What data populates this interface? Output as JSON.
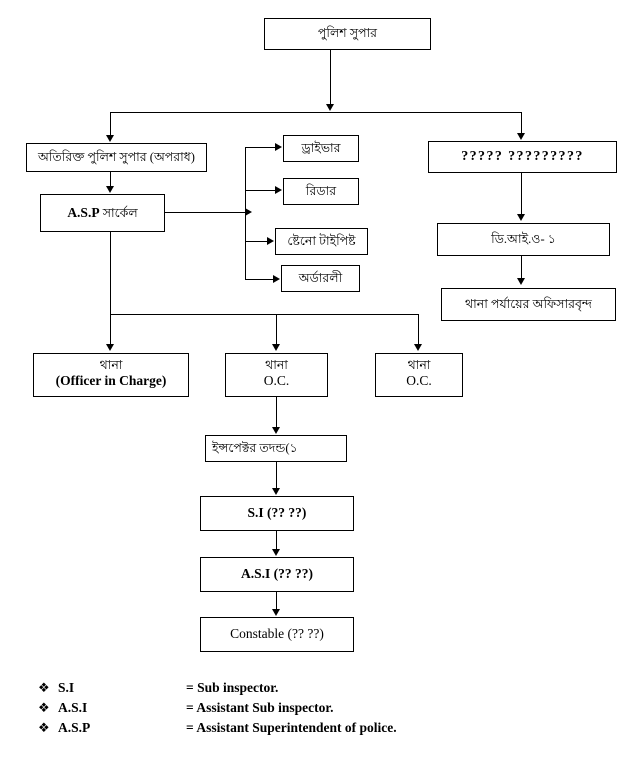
{
  "diagram": {
    "title": "Police hierarchy organogram",
    "nodes": {
      "police_super": "পুলিশ সুপার",
      "addl_sp_crime": "অতিরিক্ত পুলিশ সুপার (অপরাধ)",
      "asp_circle_abbr": "A.S.P",
      "asp_circle_bn": "সার্কেল",
      "driver": "ড্রাইভার",
      "reader": "রিডার",
      "steno_typist": "ষ্টেনো টাইপিষ্ট",
      "orderly": "অর্ডারলী",
      "unreadable_right": "????? ?????????",
      "dio_1": "ডি.আই.ও- ১",
      "thana_level_officers": "থানা পর্যায়ের অফিসারবৃন্দ",
      "thana": "থানা",
      "officer_in_charge": "(Officer in Charge)",
      "oc": "O.C.",
      "inspector_investigation": "ইন্সপেক্টর তদন্ড(১",
      "si": "S.I (?? ??)",
      "asi": "A.S.I (?? ??)",
      "constable": "Constable (?? ??)"
    }
  },
  "legend": {
    "bullet": "❖",
    "rows": [
      {
        "abbr": "S.I",
        "def": "= Sub inspector."
      },
      {
        "abbr": "A.S.I",
        "def": "= Assistant Sub inspector."
      },
      {
        "abbr": "A.S.P",
        "def": "= Assistant Superintendent of police."
      }
    ]
  },
  "style": {
    "line_color": "#000000",
    "box_fill": "#ffffff",
    "page_background": "#ffffff"
  }
}
